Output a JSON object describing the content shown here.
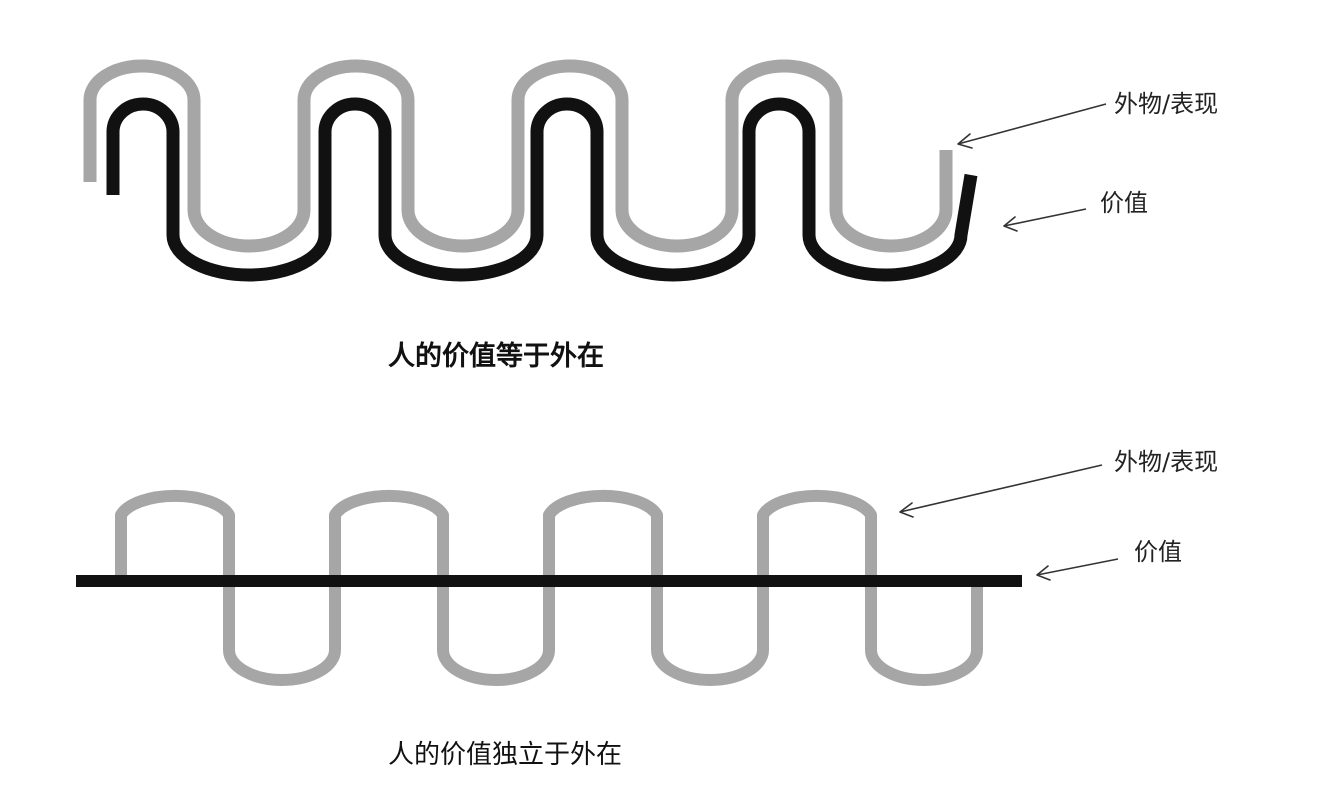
{
  "colors": {
    "appearance_wave": "#a6a6a6",
    "value_line": "#111111",
    "background": "#ffffff"
  },
  "top": {
    "label_appearance": "外物/表现",
    "label_value": "价值",
    "caption": "人的价值等于外在"
  },
  "bottom": {
    "label_appearance": "外物/表现",
    "label_value": "价值",
    "caption": "人的价值独立于外在"
  }
}
